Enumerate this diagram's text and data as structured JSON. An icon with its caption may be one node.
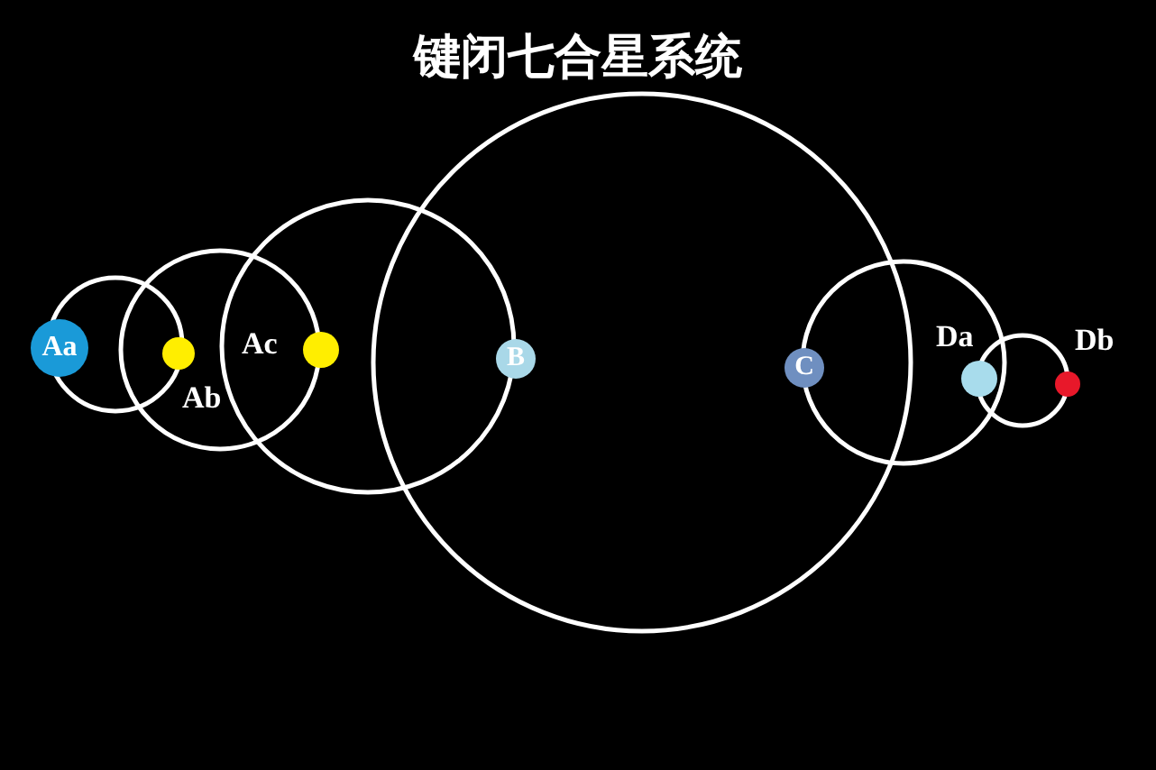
{
  "diagram": {
    "title": "键闭七合星系统",
    "nodes": [
      {
        "text": [
          "Aa"
        ]
      },
      {
        "text": [
          "Ab"
        ]
      },
      {
        "text": [
          "Ac"
        ]
      },
      {
        "text": [
          "B"
        ]
      },
      {
        "text": [
          "C"
        ]
      },
      {
        "text": [
          "Da"
        ]
      },
      {
        "text": [
          "Db"
        ]
      }
    ]
  }
}
